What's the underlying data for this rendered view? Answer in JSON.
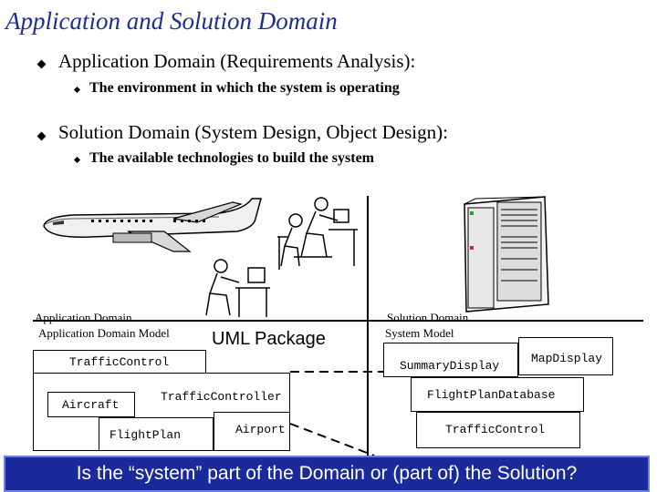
{
  "title": "Application and Solution Domain",
  "bullets": [
    {
      "text": "Application Domain (Requirements Analysis):",
      "sub": "The environment in which the system is operating"
    },
    {
      "text": "Solution Domain (System Design, Object Design):",
      "sub": "The available technologies to build the system"
    }
  ],
  "left_panel": {
    "caption_line1": "Application Domain",
    "caption_line2": "Application Domain Model",
    "classes": [
      "TrafficControl",
      "Aircraft",
      "TrafficController",
      "FlightPlan",
      "Airport"
    ]
  },
  "uml_label": "UML Package",
  "right_panel": {
    "caption_line1": "Solution Domain",
    "caption_line2": "System Model",
    "classes": [
      "SummaryDisplay",
      "MapDisplay",
      "FlightPlanDatabase",
      "TrafficControl"
    ]
  },
  "banner": "Is the “system” part of the Domain or (part of) the Solution?"
}
